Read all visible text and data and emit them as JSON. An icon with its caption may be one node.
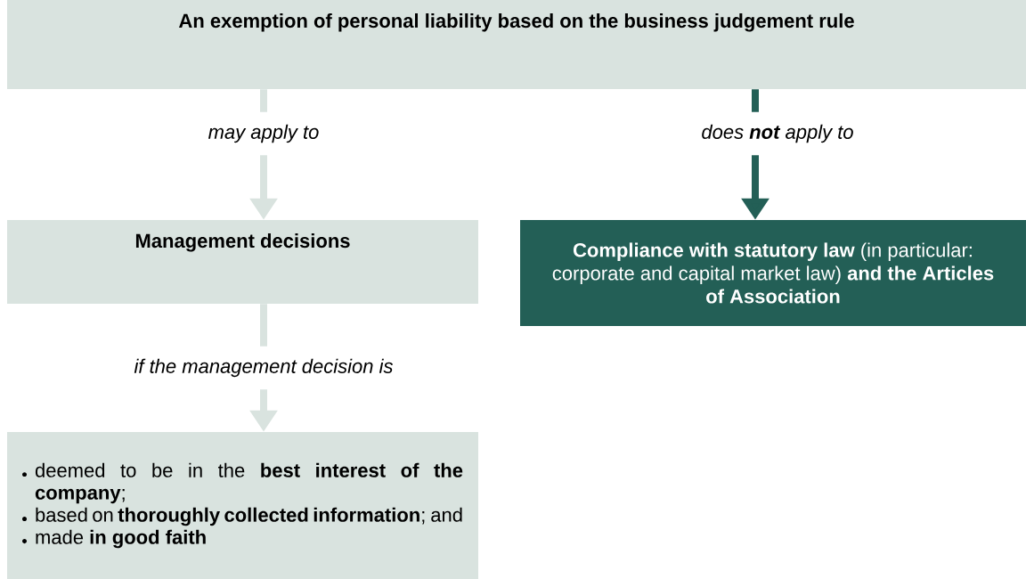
{
  "diagram": {
    "nodes": [
      {
        "text": [
          "An exemption of personal liability based on the business judgement rule"
        ]
      },
      {
        "text": [
          "Management decisions"
        ]
      },
      {
        "text": [
          "**Compliance with statutory law** (in particular: corporate and capital market law) **and the Articles of Association**"
        ]
      },
      {
        "text": [
          "deemed to be in the **best interest of the company**;",
          "based on **thoroughly collected information**; and",
          "made **in good faith**"
        ]
      }
    ],
    "edges": [
      {
        "from": 0,
        "to": 1,
        "arrow": "to",
        "label": "may apply to"
      },
      {
        "from": 0,
        "to": 2,
        "arrow": "to",
        "label": "does **not** apply to",
        "color": "#235f56"
      },
      {
        "from": 1,
        "to": 3,
        "arrow": "to",
        "label": "if the management decision is"
      }
    ]
  }
}
